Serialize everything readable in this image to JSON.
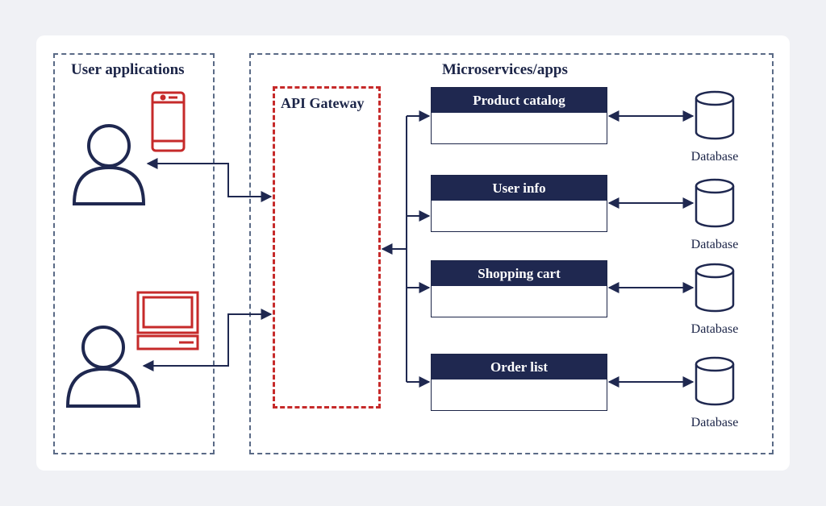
{
  "regions": {
    "user_apps_title": "User applications",
    "microservices_title": "Microservices/apps"
  },
  "gateway": {
    "title": "API Gateway"
  },
  "services": [
    {
      "name": "Product catalog",
      "db_label": "Database"
    },
    {
      "name": "User info",
      "db_label": "Database"
    },
    {
      "name": "Shopping cart",
      "db_label": "Database"
    },
    {
      "name": "Order list",
      "db_label": "Database"
    }
  ],
  "colors": {
    "navy": "#1f2850",
    "accent_red": "#c62a2a",
    "dash_grey": "#5a6a86",
    "background": "#f0f1f5"
  },
  "icons": [
    "user-icon",
    "smartphone-icon",
    "desktop-computer-icon",
    "database-icon"
  ]
}
